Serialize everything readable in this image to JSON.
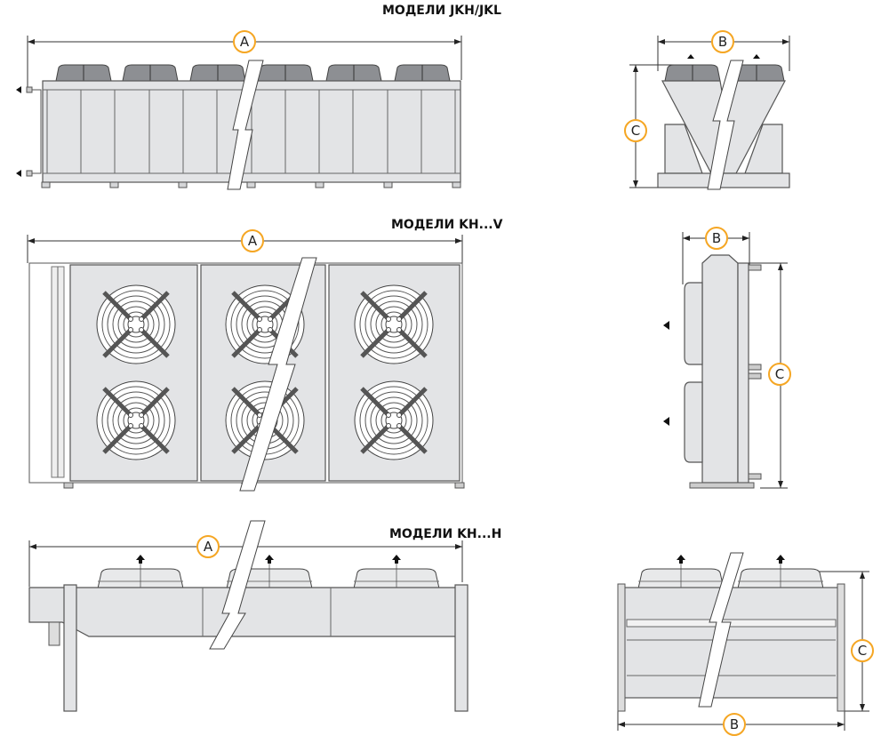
{
  "titles": {
    "jkh": "МОДЕЛИ JKH/JKL",
    "khv": "МОДЕЛИ KH...V",
    "khh": "МОДЕЛИ KH...H"
  },
  "dimensions": {
    "a": "A",
    "b": "B",
    "c": "C"
  },
  "colors": {
    "label_ring": "#f5a623",
    "body_fill": "#e3e4e6"
  }
}
